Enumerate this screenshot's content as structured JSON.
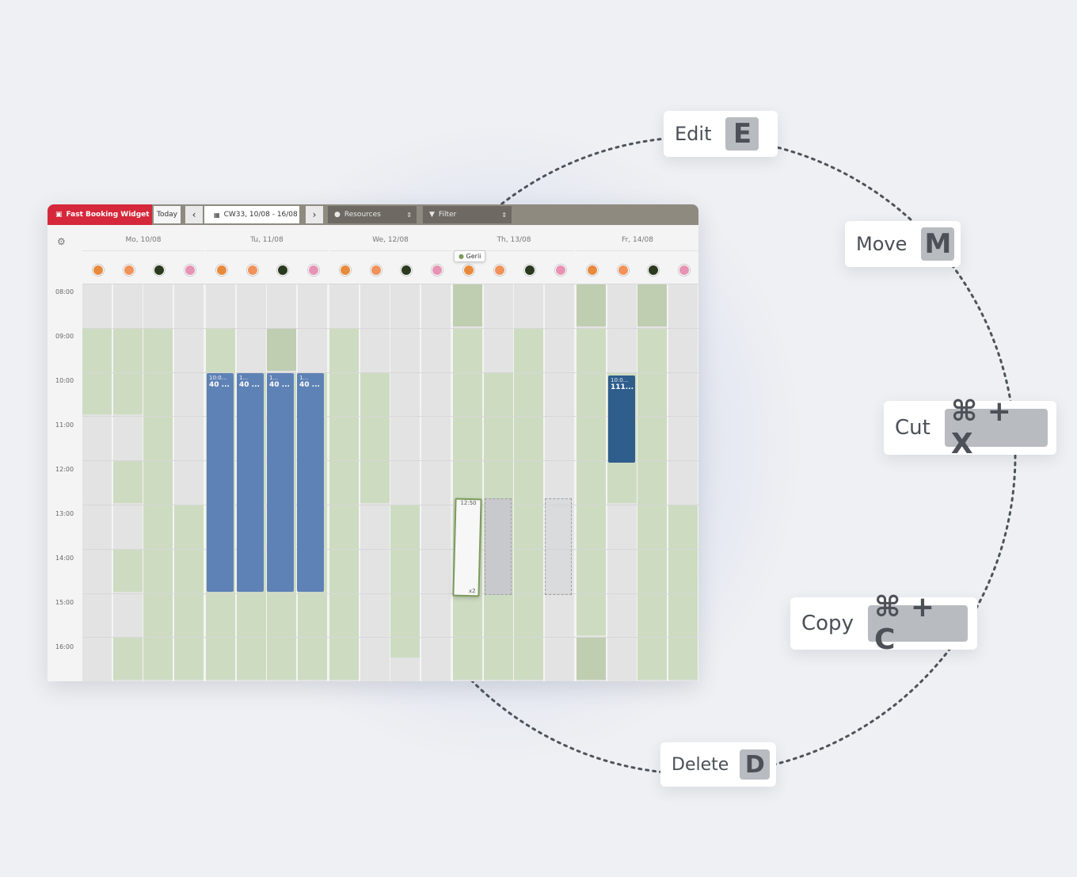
{
  "toolbar": {
    "widget_label": "Fast Booking Widget",
    "today_label": "Today",
    "prev_label": "‹",
    "next_label": "›",
    "week_label": "CW33, 10/08 - 16/08",
    "resources_label": "Resources",
    "filter_label": "Filter"
  },
  "days": [
    "Mo, 10/08",
    "Tu, 11/08",
    "We, 12/08",
    "Th, 13/08",
    "Fr, 14/08"
  ],
  "times": [
    "08:00",
    "09:00",
    "10:00",
    "11:00",
    "12:00",
    "13:00",
    "14:00",
    "15:00",
    "16:00"
  ],
  "resource_colors": [
    "#e88a3c",
    "#f0925a",
    "#2b3a1e",
    "#e793b4"
  ],
  "events": {
    "tu_1": {
      "time": "10:0...",
      "title": "40 ..."
    },
    "tu_2": {
      "time": "1...",
      "title": "40 ..."
    },
    "tu_3": {
      "time": "1...",
      "title": "40 ..."
    },
    "tu_4": {
      "time": "1...",
      "title": "40 ..."
    },
    "fr_1": {
      "time": "10:0...",
      "title": "111..."
    },
    "th_drag": {
      "time": "12:50",
      "count": "x2"
    }
  },
  "tooltip": {
    "label": "Gerii"
  },
  "shortcuts": {
    "edit": {
      "label": "Edit",
      "key": "E"
    },
    "move": {
      "label": "Move",
      "key": "M"
    },
    "cut": {
      "label": "Cut",
      "key": "⌘ + X"
    },
    "copy": {
      "label": "Copy",
      "key": "⌘ + C"
    },
    "delete": {
      "label": "Delete",
      "key": "D"
    }
  },
  "colors": {
    "available": "#cddcc1",
    "unavailable": "#e3e3e3",
    "event": "#5f82b6",
    "event_dark": "#2f5d8c",
    "brand": "#d5283a"
  }
}
